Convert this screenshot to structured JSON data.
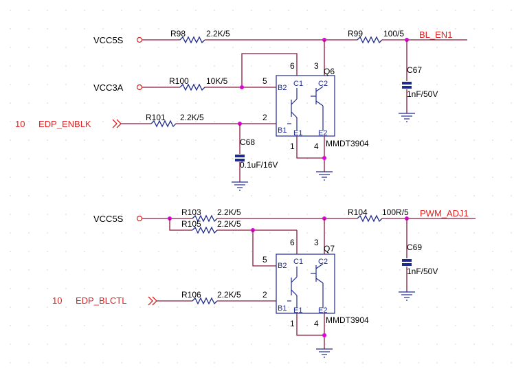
{
  "nets": {
    "vcc5s_top": "VCC5S",
    "vcc3a": "VCC3A",
    "edp_enblk_num": "10",
    "edp_enblk": "EDP_ENBLK",
    "bl_en1": "BL_EN1",
    "vcc5s_bot": "VCC5S",
    "edp_blctl_num": "10",
    "edp_blctl": "EDP_BLCTL",
    "pwm_adj1": "PWM_ADJ1"
  },
  "resistors": {
    "r98": {
      "ref": "R98",
      "value": "2.2K/5"
    },
    "r99": {
      "ref": "R99",
      "value": "100/5"
    },
    "r100": {
      "ref": "R100",
      "value": "10K/5"
    },
    "r101": {
      "ref": "R101",
      "value": "2.2K/5"
    },
    "r103": {
      "ref": "R103",
      "value": "2.2K/5"
    },
    "r104": {
      "ref": "R104",
      "value": "100R/5"
    },
    "r105": {
      "ref": "R105",
      "value": "2.2K/5"
    },
    "r106": {
      "ref": "R106",
      "value": "2.2K/5"
    }
  },
  "capacitors": {
    "c67": {
      "ref": "C67",
      "value": "1nF/50V"
    },
    "c68": {
      "ref": "C68",
      "value": "0.1uF/16V"
    },
    "c69": {
      "ref": "C69",
      "value": "1nF/50V"
    }
  },
  "transistors": {
    "q6": {
      "ref": "Q6",
      "part": "MMDT3904",
      "b2": "B2",
      "c1": "C1",
      "c2": "C2",
      "b1": "B1",
      "e1": "E1",
      "e2": "E2",
      "p1": "1",
      "p2": "2",
      "p3": "3",
      "p4": "4",
      "p5": "5",
      "p6": "6"
    },
    "q7": {
      "ref": "Q7",
      "part": "MMDT3904",
      "b2": "B2",
      "c1": "C1",
      "c2": "C2",
      "b1": "B1",
      "e1": "E1",
      "e2": "E2",
      "p1": "1",
      "p2": "2",
      "p3": "3",
      "p4": "4",
      "p5": "5",
      "p6": "6"
    }
  }
}
